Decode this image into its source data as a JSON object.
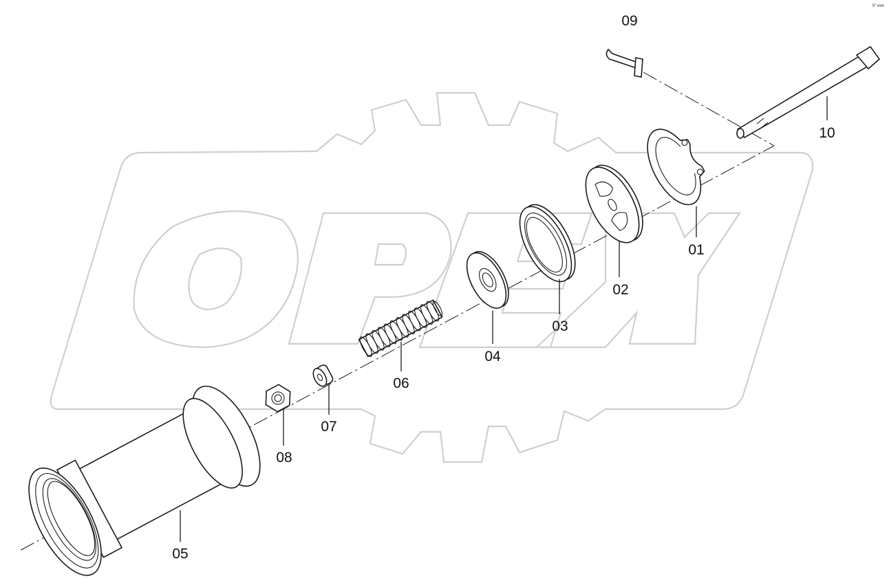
{
  "watermark": {
    "text": "OPEX",
    "color": "#cfcfcf"
  },
  "corner_mark": "5⁰ ʙɐɐ",
  "callouts": [
    {
      "id": "01",
      "label": "01"
    },
    {
      "id": "02",
      "label": "02"
    },
    {
      "id": "03",
      "label": "03"
    },
    {
      "id": "04",
      "label": "04"
    },
    {
      "id": "05",
      "label": "05"
    },
    {
      "id": "06",
      "label": "06"
    },
    {
      "id": "07",
      "label": "07"
    },
    {
      "id": "08",
      "label": "08"
    },
    {
      "id": "09",
      "label": "09"
    },
    {
      "id": "10",
      "label": "10"
    }
  ]
}
